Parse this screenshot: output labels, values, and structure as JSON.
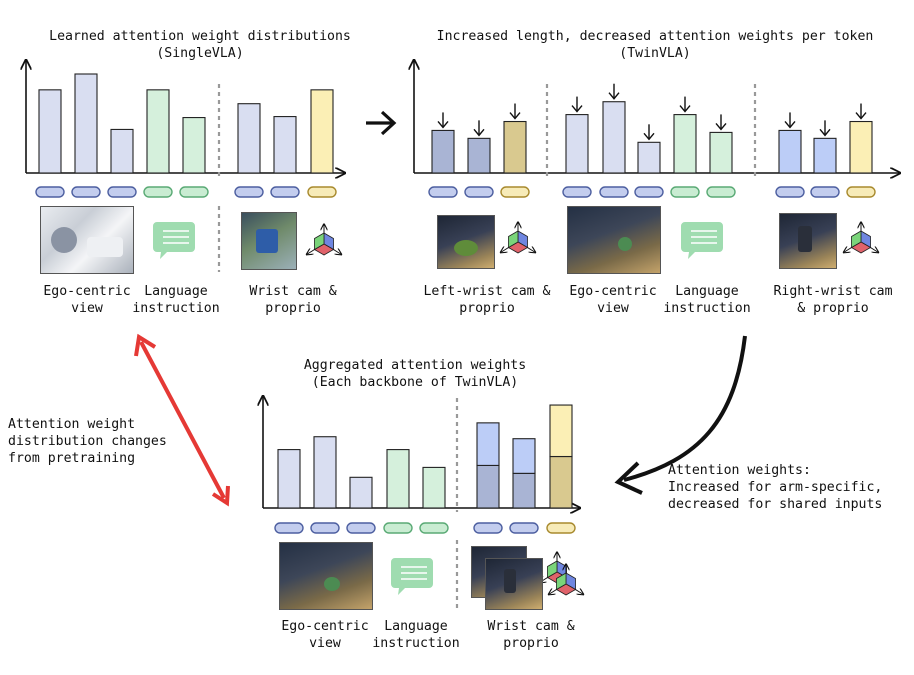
{
  "panels": {
    "single": {
      "title": "Learned attention weight distributions\n(SingleVLA)",
      "labels": [
        "Ego-centric\nview",
        "Language\ninstruction",
        "Wrist cam &\nproprio"
      ]
    },
    "twin": {
      "title": "Increased length, decreased attention weights per token\n(TwinVLA)",
      "labels": [
        "Left-wrist cam &\nproprio",
        "Ego-centric\nview",
        "Language\ninstruction",
        "Right-wrist cam\n& proprio"
      ]
    },
    "aggregated": {
      "title": "Aggregated attention weights\n(Each backbone of TwinVLA)",
      "labels": [
        "Ego-centric\nview",
        "Language\ninstruction",
        "Wrist cam &\nproprio"
      ]
    }
  },
  "annotations": {
    "left": "Attention weight\ndistribution changes\nfrom pretraining",
    "right": "Attention weights:\nIncreased for arm-specific,\ndecreased for shared inputs"
  },
  "chart_data": [
    {
      "type": "bar",
      "panel": "single",
      "groups": [
        {
          "input": "Ego-centric view",
          "values": [
            0.84,
            1.0,
            0.44
          ]
        },
        {
          "input": "Language instruction",
          "values": [
            0.84,
            0.56
          ]
        },
        {
          "input": "Wrist cam & proprio",
          "values": [
            0.7,
            0.57,
            0.84
          ]
        }
      ]
    },
    {
      "type": "bar",
      "panel": "twin",
      "groups": [
        {
          "input": "Left-wrist cam & proprio",
          "values": [
            0.43,
            0.35,
            0.52
          ]
        },
        {
          "input": "Ego-centric view",
          "values": [
            0.59,
            0.72,
            0.31
          ]
        },
        {
          "input": "Language instruction",
          "values": [
            0.59,
            0.41
          ]
        },
        {
          "input": "Right-wrist cam & proprio",
          "values": [
            0.43,
            0.35,
            0.52
          ]
        }
      ]
    },
    {
      "type": "bar",
      "panel": "aggregated",
      "groups": [
        {
          "input": "Ego-centric view",
          "values": [
            0.59,
            0.72,
            0.31
          ]
        },
        {
          "input": "Language instruction",
          "values": [
            0.59,
            0.41
          ]
        },
        {
          "input": "Wrist cam & proprio",
          "values": [
            [
              0.43,
              0.43
            ],
            [
              0.35,
              0.35
            ],
            [
              0.52,
              0.52
            ]
          ]
        }
      ]
    }
  ],
  "colors": {
    "ego": "#d9def1",
    "ego_dark": "#a9b4d4",
    "lang": "#d5f0dc",
    "wrist": "#fbefb5",
    "wrist_dark": "#d9c98f",
    "wrist_blue": "#bccdf7",
    "pill_blue_fill": "#c3cdee",
    "pill_blue_stroke": "#4d5fa0",
    "pill_green_fill": "#c9ecd2",
    "pill_green_stroke": "#5aaa75",
    "pill_yellow_fill": "#f7ebb8",
    "pill_yellow_stroke": "#a88a2e",
    "red_arrow": "#e53935",
    "bubble": "#9fdcb0"
  },
  "icons": [
    "chat-bubble-icon",
    "proprio-cube-icon",
    "arrow-right-icon",
    "curved-arrow-icon",
    "double-arrow-icon",
    "down-arrow-icon"
  ]
}
